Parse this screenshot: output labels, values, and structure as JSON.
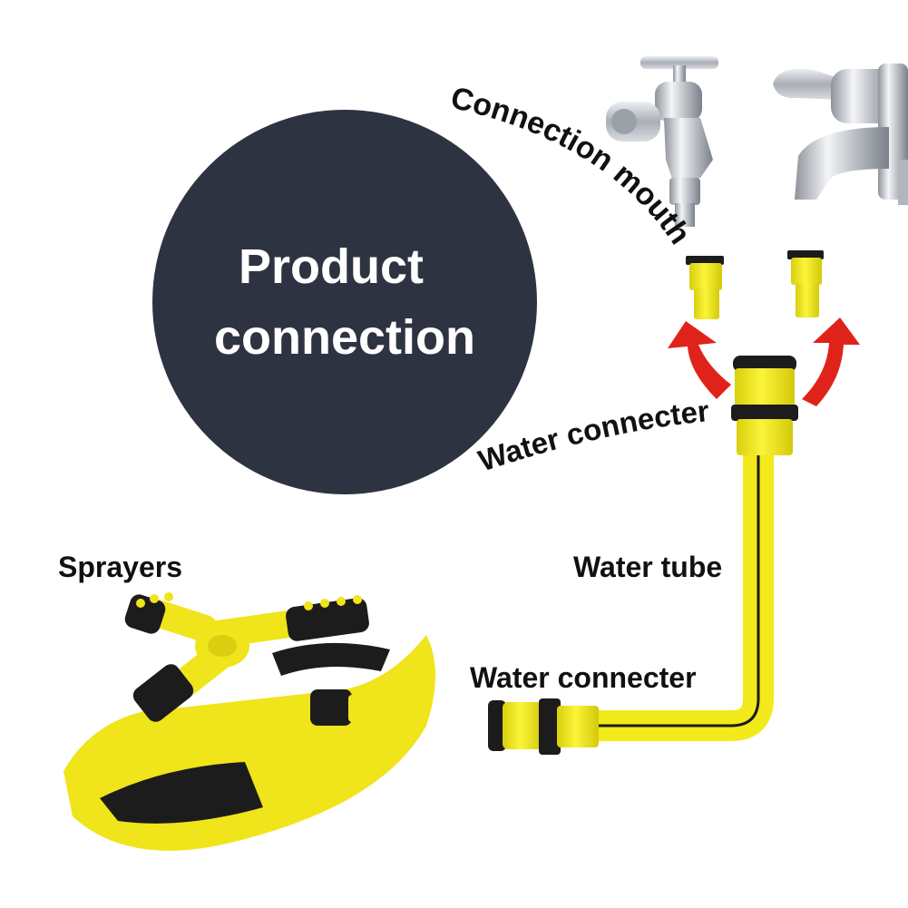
{
  "title": {
    "line1": "Product",
    "line2": "connection"
  },
  "labels": {
    "connection_mouth": "Connection mouth",
    "water_connecter_top": "Water connecter",
    "water_tube": "Water tube",
    "water_connecter_bottom": "Water connecter",
    "sprayers": "Sprayers"
  },
  "colors": {
    "background": "#ffffff",
    "circle": "#2e3342",
    "yellow": "#f2ea1a",
    "black": "#1c1c1c",
    "arrow": "#e0231a",
    "chrome": "#c9ccd1"
  },
  "icons": [
    "faucet-left",
    "faucet-right",
    "tap-adapter",
    "hose-connector",
    "sprinkler",
    "red-arrow"
  ]
}
